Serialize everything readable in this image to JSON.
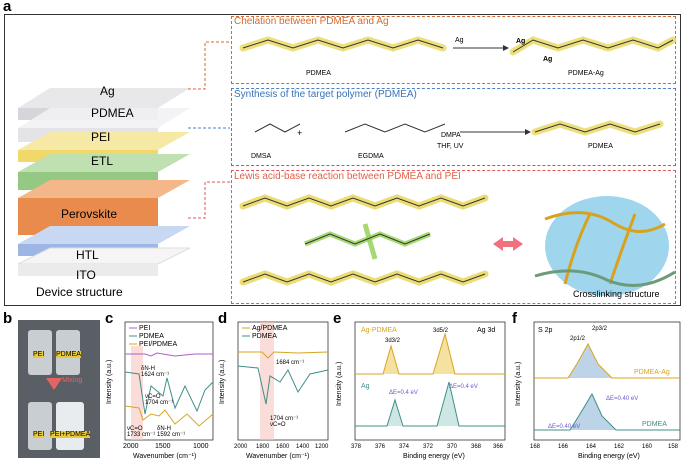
{
  "panel_labels": {
    "a": "a",
    "b": "b",
    "c": "c",
    "d": "d",
    "e": "e",
    "f": "f"
  },
  "device": {
    "layers": [
      "Ag",
      "PDMEA",
      "PEI",
      "ETL",
      "Perovskite",
      "HTL",
      "ITO"
    ],
    "caption": "Device structure"
  },
  "chelation": {
    "title": "Chelation between PDMEA and Ag",
    "reagent": "Ag",
    "left_label": "PDMEA",
    "right_label": "PDMEA-Ag",
    "ag1": "Ag",
    "ag2": "Ag"
  },
  "synthesis": {
    "title": "Synthesis of the target polymer (PDMEA)",
    "dmsa": "DMSA",
    "egdma": "EGDMA",
    "catalyst": "DMPA",
    "conditions": "THF, UV",
    "product": "PDMEA",
    "plus": "+"
  },
  "lewis": {
    "title": "Lewis acid-base reaction between PDMEA and PEI",
    "crosslink_label": "Crosslinking structure"
  },
  "photo": {
    "vial1": "PEI",
    "vial2": "PDMEA",
    "mixing": "Mixing",
    "vial3": "PEI",
    "vial4": "PEI+PDMEA"
  },
  "chart_data": [
    {
      "type": "line",
      "panel": "c",
      "legend": [
        "PEI",
        "PDMEA",
        "PEI/PDMEA"
      ],
      "colors": [
        "#b25bd0",
        "#3f8f8a",
        "#d8a521"
      ],
      "xlabel": "Wavenumber (cm⁻¹)",
      "ylabel": "Intensity (a.u.)",
      "xticks": [
        "2000",
        "1500",
        "1000"
      ],
      "annotations": [
        "δN-H",
        "1624 cm⁻¹",
        "νC=O",
        "1704 cm⁻¹",
        "νC=O",
        "1733 cm⁻¹",
        "δN-H",
        "1592 cm⁻¹"
      ]
    },
    {
      "type": "line",
      "panel": "d",
      "legend": [
        "Ag/PDMEA",
        "PDMEA"
      ],
      "colors": [
        "#d8a521",
        "#3f8f8a"
      ],
      "xlabel": "Wavenumber (cm⁻¹)",
      "ylabel": "Intensity (a.u.)",
      "xticks": [
        "2000",
        "1800",
        "1600",
        "1400",
        "1200"
      ],
      "annotations": [
        "1684 cm⁻¹",
        "1704 cm⁻¹",
        "νC=O"
      ]
    },
    {
      "type": "line",
      "panel": "e",
      "title": "Ag 3d",
      "legend": [
        "Ag-PDMEA",
        "Ag"
      ],
      "colors": [
        "#d8a521",
        "#3f8f8a"
      ],
      "xlabel": "Binding energy (eV)",
      "ylabel": "Intensity (a.u.)",
      "xticks": [
        "378",
        "376",
        "374",
        "372",
        "370",
        "368",
        "366"
      ],
      "annotations": [
        "3d3/2",
        "3d5/2",
        "ΔE=0.4 eV",
        "ΔE=0.4 eV"
      ]
    },
    {
      "type": "line",
      "panel": "f",
      "title": "S 2p",
      "legend": [
        "PDMEA-Ag",
        "PDMEA"
      ],
      "colors": [
        "#d8a521",
        "#3f8f8a"
      ],
      "xlabel": "Binding energy (eV)",
      "ylabel": "Intensity (a.u.)",
      "xticks": [
        "168",
        "166",
        "164",
        "162",
        "160",
        "158"
      ],
      "annotations": [
        "2p1/2",
        "2p3/2",
        "ΔE=0.40 eV",
        "ΔE=0.40 eV"
      ]
    }
  ]
}
